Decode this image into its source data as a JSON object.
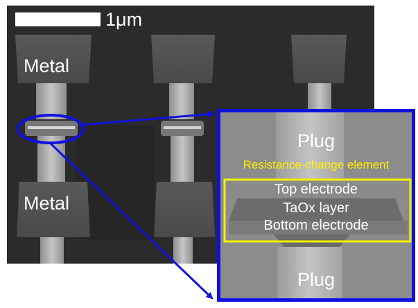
{
  "micrograph": {
    "scale_bar_label": "1μm",
    "top_metal_label": "Metal",
    "bottom_metal_label": "Metal"
  },
  "inset": {
    "top_plug_label": "Plug",
    "element_caption": "Resistance-change element",
    "layers": [
      "Top electrode",
      "TaOx layer",
      "Bottom electrode"
    ],
    "bottom_plug_label": "Plug"
  },
  "colors": {
    "highlight_blue": "#1010e0",
    "element_frame_yellow": "#f2f200",
    "caption_yellow": "#ffee00",
    "background_dark": "#2b2b2b",
    "metal_gray": "#555555",
    "plug_light": "#b8b8b8",
    "inset_background": "#8c8c8c"
  }
}
